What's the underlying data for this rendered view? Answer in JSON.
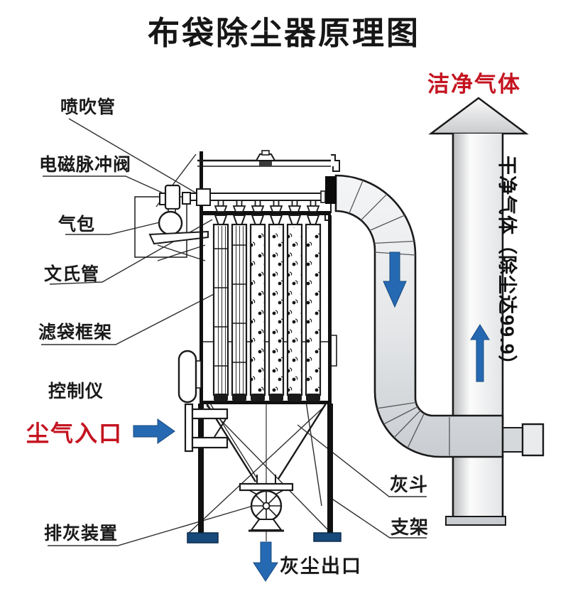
{
  "title": "布袋除尘器原理图",
  "labels": {
    "blow_pipe": "喷吹管",
    "pulse_valve": "电磁脉冲阀",
    "air_bag": "气包",
    "venturi": "文氏管",
    "filter_bag_frame": "滤袋框架",
    "controller": "控制仪",
    "dust_inlet": "尘气入口",
    "ash_discharge": "排灰装置",
    "dust_outlet": "灰尘出口",
    "ash_hopper": "灰斗",
    "support": "支架",
    "clean_gas": "洁净气体",
    "clean_gas_stack": "干净气体（除尘达99.9）"
  },
  "icons": {
    "inlet_arrow": "right-flow-arrow",
    "duct_down_arrow": "down-flow-arrow",
    "stack_up_arrow": "up-flow-arrow",
    "outlet_down_arrow": "down-flow-arrow"
  },
  "colors": {
    "label_red": "#c41420",
    "flow_blue": "#2569b2",
    "line_black": "#1a1a1a",
    "foot_navy": "#17497b",
    "duct_gray": "#dcdee1"
  }
}
